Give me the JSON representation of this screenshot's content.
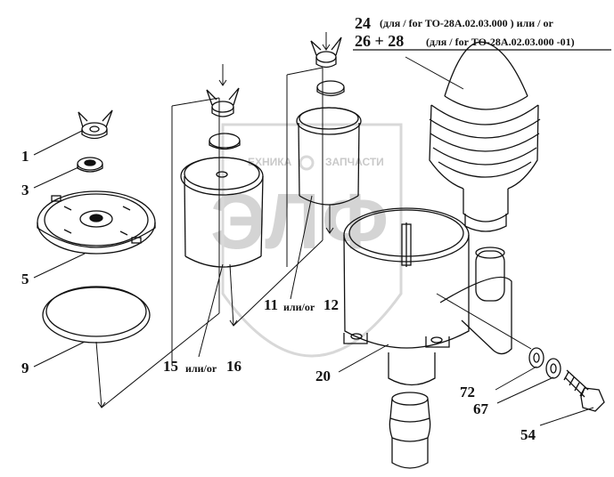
{
  "header": {
    "line1_num": "24",
    "line1_note": "(для / for ТО-28А.02.03.000 ) или / or",
    "line2_num": "26 + 28",
    "line2_note": "(для / for ТО-28А.02.03.000 -01)"
  },
  "watermark": {
    "brand": "ЭЛФ",
    "text_left": "ЕХНИКА",
    "text_right": "ЗАПЧАСТИ"
  },
  "callouts": {
    "c1": "1",
    "c3": "3",
    "c5": "5",
    "c9": "9",
    "c15_a": "15",
    "c15_or": "или/or",
    "c15_b": "16",
    "c11_a": "11",
    "c11_or": "или/or",
    "c11_b": "12",
    "c20": "20",
    "c72": "72",
    "c67": "67",
    "c54": "54"
  }
}
